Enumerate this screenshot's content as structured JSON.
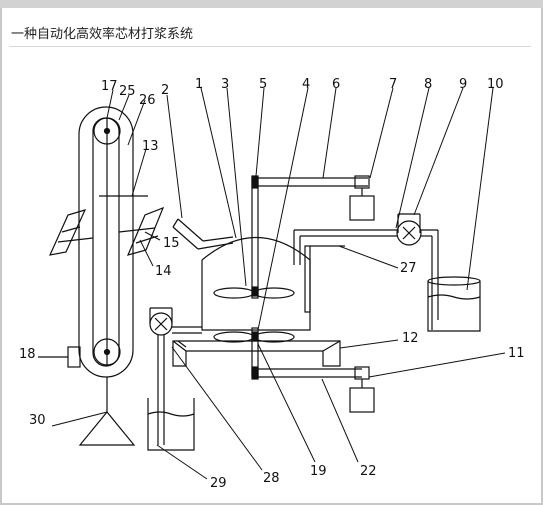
{
  "title": "一种自动化高效率芯材打浆系统",
  "labels": {
    "n1": "1",
    "n2": "2",
    "n3": "3",
    "n4": "4",
    "n5": "5",
    "n6": "6",
    "n7": "7",
    "n8": "8",
    "n9": "9",
    "n10": "10",
    "n11": "11",
    "n12": "12",
    "n13": "13",
    "n14": "14",
    "n15": "15",
    "n17": "17",
    "n18": "18",
    "n19": "19",
    "n22": "22",
    "n25": "25",
    "n26": "26",
    "n27": "27",
    "n28": "28",
    "n29": "29",
    "n30": "30"
  }
}
